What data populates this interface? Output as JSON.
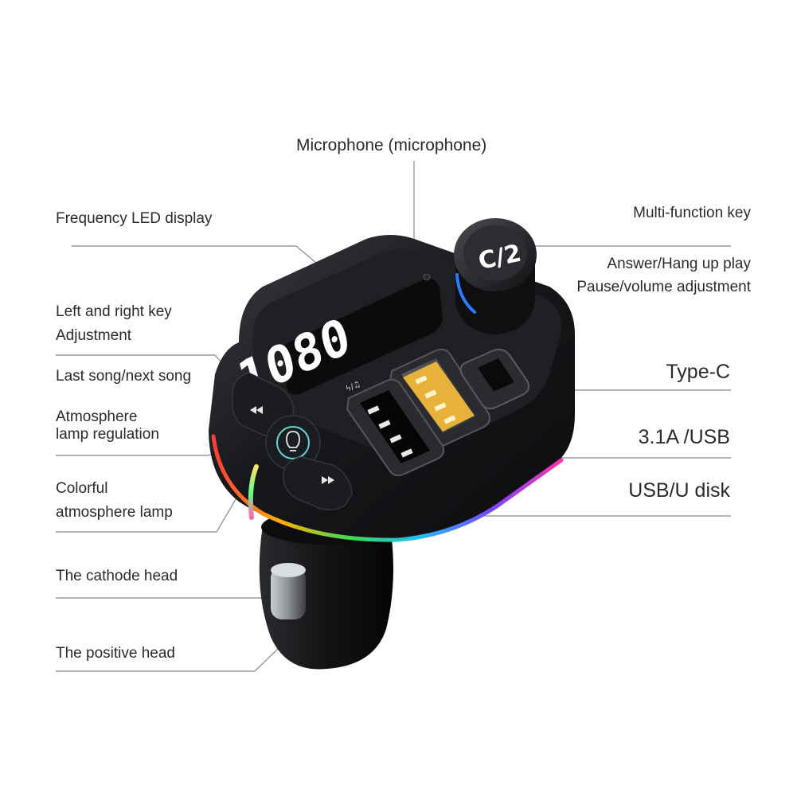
{
  "labels": {
    "microphone": "Microphone (microphone)",
    "frequency_display": "Frequency LED display",
    "left_right_key_1": "Left and right key",
    "left_right_key_2": "Adjustment",
    "last_next_song": "Last song/next song",
    "atmosphere_reg_1": "Atmosphere",
    "atmosphere_reg_2": "lamp regulation",
    "colorful_lamp_1": "Colorful",
    "colorful_lamp_2": "atmosphere lamp",
    "cathode_head": "The cathode head",
    "positive_head": "The positive head",
    "multi_function_key": "Multi-function key",
    "answer_hangup_1": "Answer/Hang up play",
    "answer_hangup_2": "Pause/volume adjustment",
    "type_c": "Type-C",
    "usb_31a": "3.1A /USB",
    "usb_u_disk": "USB/U disk"
  },
  "device": {
    "display_reading": "1080",
    "knob_marking": "C/2",
    "display_icons": "ϟ/♫"
  },
  "colors": {
    "label_text": "#2b2b2b",
    "leader_line": "#9a9a9a",
    "body": "#141416",
    "led": "#ffffff",
    "usb_qc": "#e8b23a"
  }
}
